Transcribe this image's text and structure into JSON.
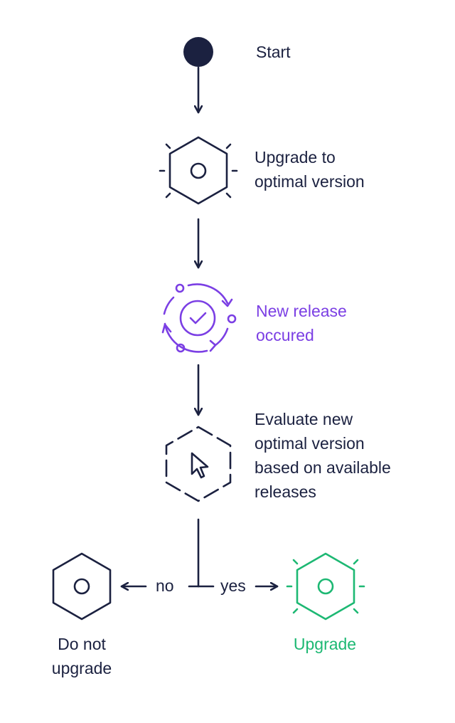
{
  "colors": {
    "navy": "#1b2140",
    "purple": "#7b3fe4",
    "green": "#1db873"
  },
  "nodes": {
    "start": {
      "label": "Start",
      "icon": "start-dot-icon"
    },
    "upgrade_optimal": {
      "label": "Upgrade to\noptimal version",
      "icon": "hexagon-sun-icon"
    },
    "new_release": {
      "label": "New release\noccured",
      "icon": "cycle-check-icon"
    },
    "evaluate": {
      "label": "Evaluate new\noptimal version\nbased on available\nreleases",
      "icon": "hexagon-cursor-icon"
    },
    "do_not_upgrade": {
      "label": "Do not\nupgrade",
      "icon": "hexagon-icon"
    },
    "upgrade": {
      "label": "Upgrade",
      "icon": "hexagon-sun-icon"
    }
  },
  "edges": {
    "no": "no",
    "yes": "yes"
  }
}
